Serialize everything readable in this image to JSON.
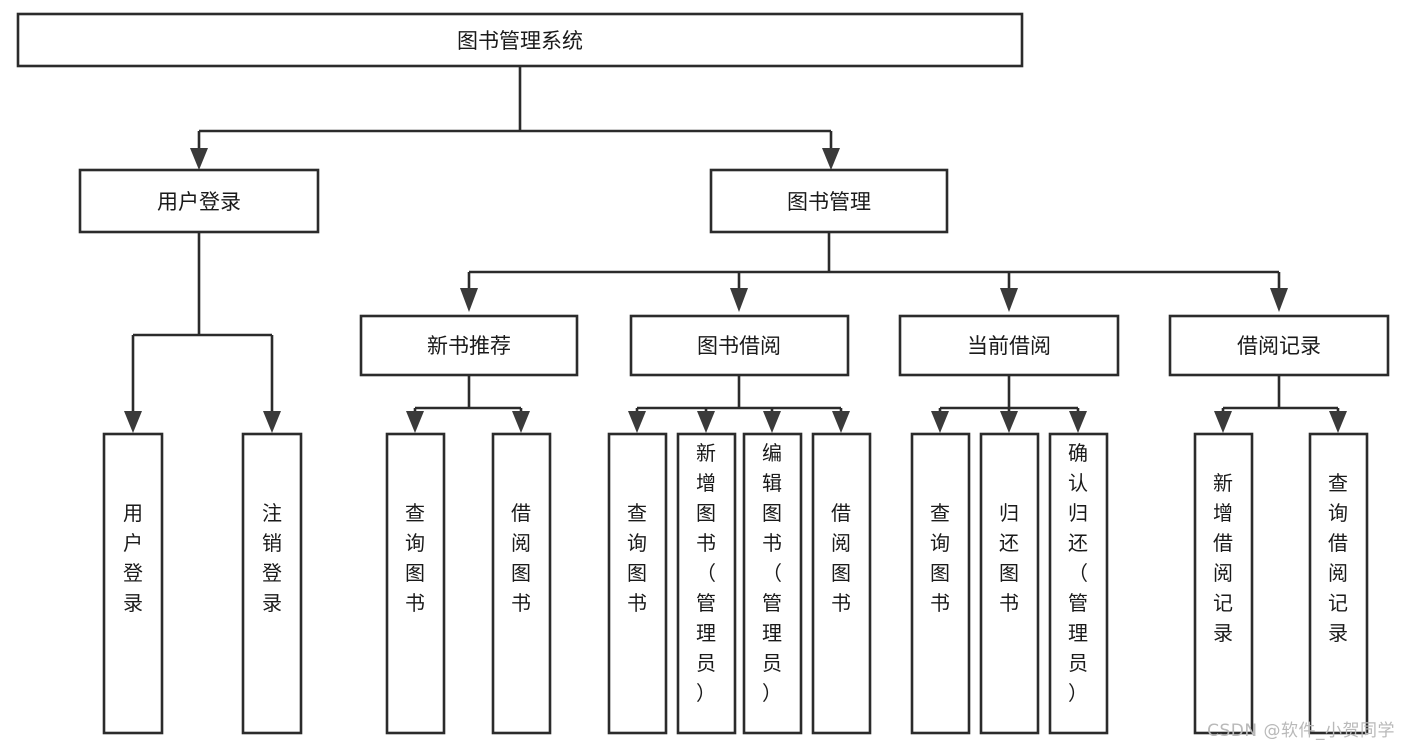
{
  "diagram": {
    "title": "图书管理系统",
    "watermark": "CSDN @软件_小贺同学",
    "type": "tree-hierarchy",
    "orientation": "top-down",
    "colors": {
      "box_stroke": "#2b2b2b",
      "box_fill": "#ffffff",
      "line": "#2b2b2b",
      "arrow": "#3a3a3a",
      "text": "#1a1a1a",
      "watermark": "#b9b9b9",
      "background": "#ffffff"
    },
    "levels": {
      "root": "图书管理系统",
      "level2": [
        "用户登录",
        "图书管理"
      ],
      "level3": [
        "新书推荐",
        "图书借阅",
        "当前借阅",
        "借阅记录"
      ],
      "level4": [
        "用户登录",
        "注销登录",
        "查询图书",
        "借阅图书",
        "查询图书",
        "新增图书（管理员）",
        "编辑图书（管理员）",
        "借阅图书",
        "查询图书",
        "归还图书",
        "确认归还（管理员）",
        "新增借阅记录",
        "查询借阅记录"
      ]
    },
    "nodes": {
      "root": {
        "label": "图书管理系统"
      },
      "user_login": {
        "label": "用户登录"
      },
      "book_manage": {
        "label": "图书管理"
      },
      "new_book_rec": {
        "label": "新书推荐"
      },
      "book_borrow": {
        "label": "图书借阅"
      },
      "current_borrow": {
        "label": "当前借阅"
      },
      "borrow_record": {
        "label": "借阅记录"
      },
      "leaf_user_login": {
        "label": "用户登录"
      },
      "leaf_logout": {
        "label": "注销登录"
      },
      "leaf_query_book_1": {
        "label": "查询图书"
      },
      "leaf_borrow_book_1": {
        "label": "借阅图书"
      },
      "leaf_query_book_2": {
        "label": "查询图书"
      },
      "leaf_add_book_admin": {
        "label": "新增图书（管理员）"
      },
      "leaf_edit_book_admin": {
        "label": "编辑图书（管理员）"
      },
      "leaf_borrow_book_2": {
        "label": "借阅图书"
      },
      "leaf_query_book_3": {
        "label": "查询图书"
      },
      "leaf_return_book": {
        "label": "归还图书"
      },
      "leaf_confirm_return_admin": {
        "label": "确认归还（管理员）"
      },
      "leaf_add_borrow_record": {
        "label": "新增借阅记录"
      },
      "leaf_query_borrow_record": {
        "label": "查询借阅记录"
      }
    },
    "edges": [
      {
        "from": "图书管理系统",
        "to": "用户登录"
      },
      {
        "from": "图书管理系统",
        "to": "图书管理"
      },
      {
        "from": "用户登录",
        "to": "用户登录"
      },
      {
        "from": "用户登录",
        "to": "注销登录"
      },
      {
        "from": "图书管理",
        "to": "新书推荐"
      },
      {
        "from": "图书管理",
        "to": "图书借阅"
      },
      {
        "from": "图书管理",
        "to": "当前借阅"
      },
      {
        "from": "图书管理",
        "to": "借阅记录"
      },
      {
        "from": "新书推荐",
        "to": "查询图书"
      },
      {
        "from": "新书推荐",
        "to": "借阅图书"
      },
      {
        "from": "图书借阅",
        "to": "查询图书"
      },
      {
        "from": "图书借阅",
        "to": "新增图书（管理员）"
      },
      {
        "from": "图书借阅",
        "to": "编辑图书（管理员）"
      },
      {
        "from": "图书借阅",
        "to": "借阅图书"
      },
      {
        "from": "当前借阅",
        "to": "查询图书"
      },
      {
        "from": "当前借阅",
        "to": "归还图书"
      },
      {
        "from": "当前借阅",
        "to": "确认归还（管理员）"
      },
      {
        "from": "借阅记录",
        "to": "新增借阅记录"
      },
      {
        "from": "借阅记录",
        "to": "查询借阅记录"
      }
    ]
  }
}
